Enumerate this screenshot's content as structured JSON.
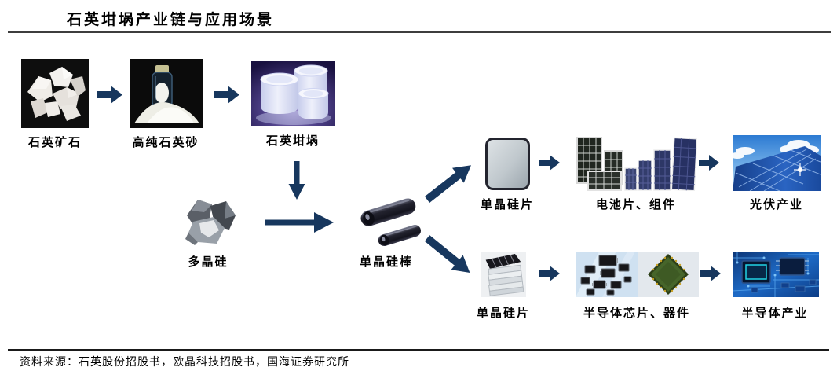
{
  "header": {
    "title": "石英坩埚产业链与应用场景"
  },
  "footer": {
    "source": "资料来源：石英股份招股书，欧晶科技招股书，国海证券研究所"
  },
  "colors": {
    "arrow": "#17375E",
    "title_rule": "#3d3d3d",
    "footer_rule": "#1a1a1a",
    "text": "#000000",
    "background": "#ffffff"
  },
  "nodes": {
    "quartz_ore": {
      "label": "石英矿石"
    },
    "quartz_sand": {
      "label": "高纯石英砂"
    },
    "quartz_crucible": {
      "label": "石英坩埚"
    },
    "polysilicon": {
      "label": "多晶硅"
    },
    "silicon_rod": {
      "label": "单晶硅棒"
    },
    "wafer_pv": {
      "label": "单晶硅片"
    },
    "cells_modules": {
      "label": "电池片、组件"
    },
    "pv_industry": {
      "label": "光伏产业"
    },
    "wafer_semi": {
      "label": "单晶硅片"
    },
    "semi_chips": {
      "label": "半导体芯片、器件"
    },
    "semi_industry": {
      "label": "半导体产业"
    }
  },
  "flow": {
    "chain_top": [
      "石英矿石",
      "高纯石英砂",
      "石英坩埚"
    ],
    "chain_mid": [
      "多晶硅",
      "单晶硅棒"
    ],
    "branch_pv": [
      "单晶硅片",
      "电池片、组件",
      "光伏产业"
    ],
    "branch_semi": [
      "单晶硅片",
      "半导体芯片、器件",
      "半导体产业"
    ]
  }
}
